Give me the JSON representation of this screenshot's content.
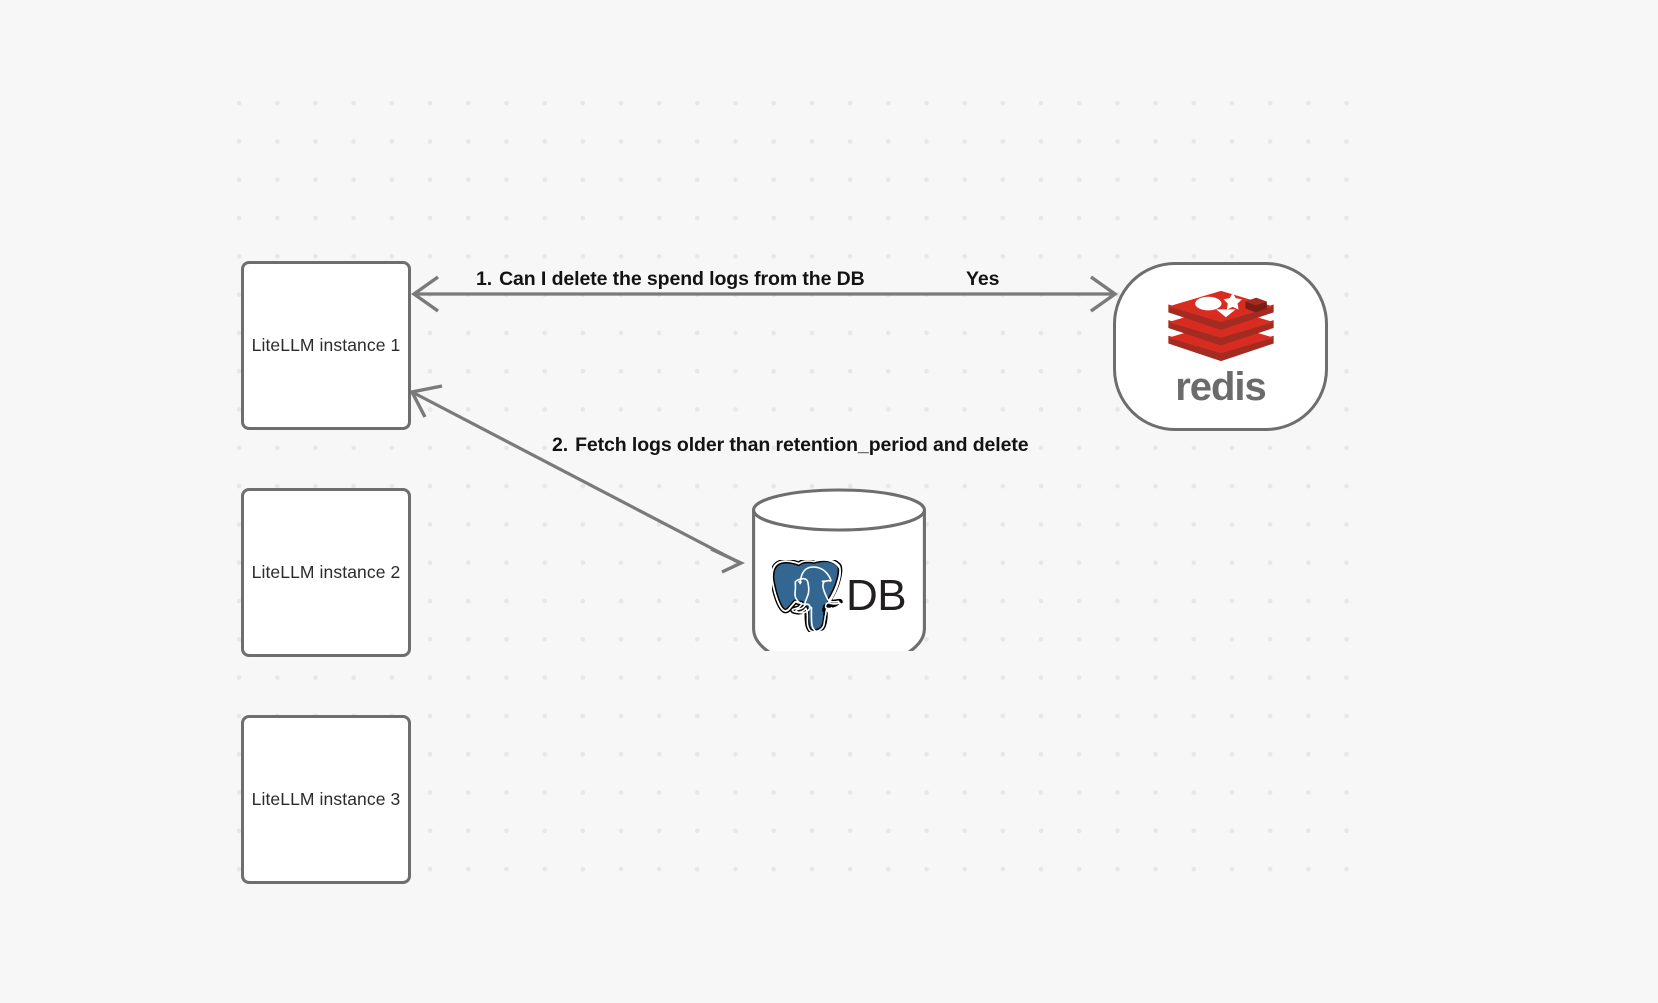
{
  "canvas": {
    "background_color": "#f7f7f7",
    "grid_dot_color": "#e6e7e9",
    "node_border_color": "#6e6e6e",
    "edge_color": "#7a7a7a"
  },
  "nodes": {
    "instances": [
      {
        "id": "litellm-instance-1",
        "label": "LiteLLM instance 1"
      },
      {
        "id": "litellm-instance-2",
        "label": "LiteLLM instance 2"
      },
      {
        "id": "litellm-instance-3",
        "label": "LiteLLM instance 3"
      }
    ],
    "redis": {
      "id": "redis-node",
      "logo_name": "redis-logo",
      "wordmark": "redis",
      "logo_color": "#d82c20",
      "wordmark_color": "#6b6b6b"
    },
    "database": {
      "id": "postgres-db-node",
      "label": "DB",
      "logo_name": "postgresql-elephant-icon",
      "logo_color": "#336791",
      "label_color": "#231f20"
    }
  },
  "edges": [
    {
      "id": "edge-instance1-redis",
      "from": "litellm-instance-1",
      "to": "redis-node",
      "direction": "bidirectional",
      "label_number": "1.",
      "label": "Can I delete the spend logs from the DB",
      "reply_label": "Yes"
    },
    {
      "id": "edge-instance1-db",
      "from": "litellm-instance-1",
      "to": "postgres-db-node",
      "direction": "bidirectional",
      "label_number": "2.",
      "label": "Fetch logs older than retention_period and delete"
    }
  ]
}
